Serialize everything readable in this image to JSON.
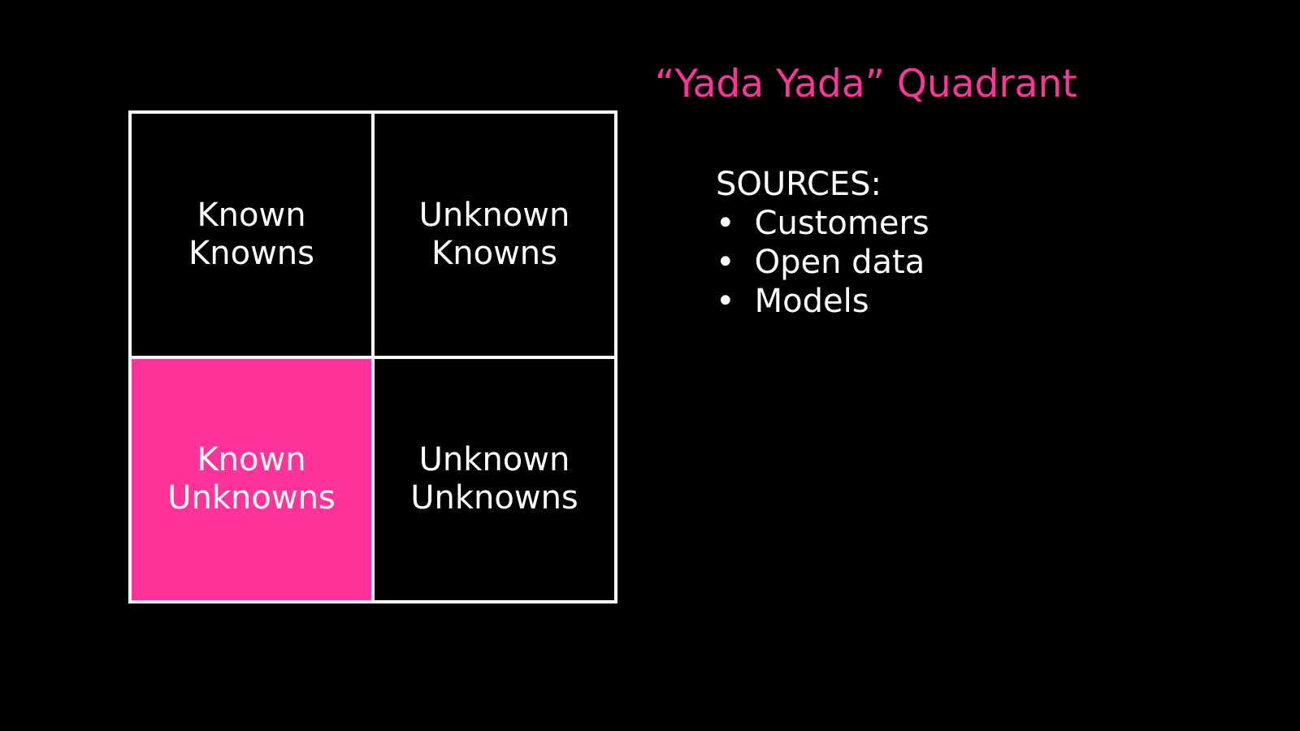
{
  "colors": {
    "background": "#000000",
    "accent_pink": "#FF3399",
    "text_white": "#FFFFFF",
    "grid_line": "#FFFFFF"
  },
  "title": "“Yada Yada” Quadrant",
  "quadrant": {
    "cells": [
      {
        "label": "Known Knowns",
        "highlighted": false
      },
      {
        "label": "Unknown Knowns",
        "highlighted": false
      },
      {
        "label": "Known Unknowns",
        "highlighted": true
      },
      {
        "label": "Unknown Unknowns",
        "highlighted": false
      }
    ]
  },
  "sources": {
    "heading": "SOURCES:",
    "bullet": "•",
    "items": [
      "Customers",
      "Open data",
      "Models"
    ]
  }
}
